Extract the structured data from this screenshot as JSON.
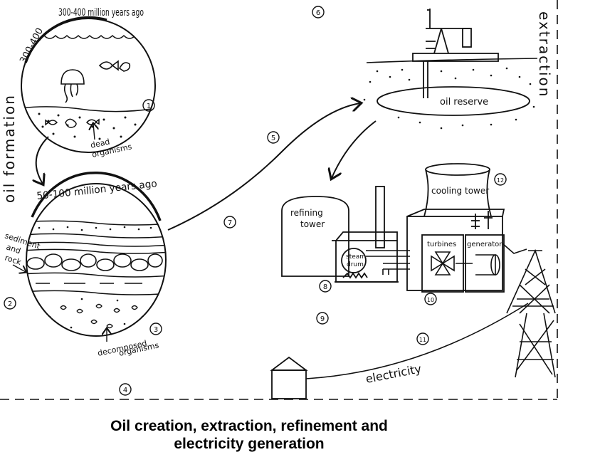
{
  "diagram": {
    "caption_line1": "Oil creation, extraction, refinement and",
    "caption_line2": "electricity generation",
    "section_left": "oil formation",
    "section_right": "extraction",
    "arc_top": "300-400 million years ago",
    "arc_bottom": "50-100 million years ago",
    "label_dead": "dead",
    "label_organisms": "organisms",
    "label_sediment": "sediment",
    "label_and": "and",
    "label_rock": "rock",
    "label_decomposed": "decomposed",
    "label_organisms2": "organisms",
    "label_oil_reserve": "oil reserve",
    "label_refining_1": "refining",
    "label_refining_2": "tower",
    "label_cooling_tower": "cooling tower",
    "label_steam_1": "steam",
    "label_steam_2": "drum",
    "label_turbines": "turbines",
    "label_generator": "generator",
    "label_electricity": "electricity",
    "steps": [
      "1",
      "2",
      "3",
      "4",
      "5",
      "6",
      "7",
      "8",
      "9",
      "10",
      "11",
      "12"
    ]
  }
}
